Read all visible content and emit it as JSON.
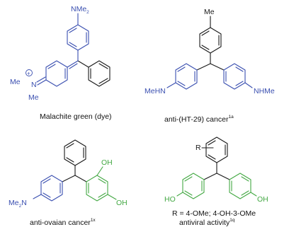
{
  "colors": {
    "amine_highlight": "#3a4fb0",
    "phenol_highlight": "#43a843",
    "scaffold": "#1a1a1a"
  },
  "structures": [
    {
      "id": "malachite-green",
      "caption": "Malachite green (dye)",
      "labels": {
        "top_amine": "NMe2",
        "iminium_left": "Me",
        "iminium_n": "N",
        "iminium_bottom": "Me",
        "charge": "+"
      }
    },
    {
      "id": "anti-ht29",
      "caption": "anti-(HT-29) cancer",
      "caption_ref": "1a",
      "labels": {
        "top": "Me",
        "left": "MeHN",
        "right": "NHMe"
      }
    },
    {
      "id": "anti-ovaian",
      "caption": "anti-ovaian cancer",
      "caption_ref": "1x",
      "labels": {
        "left": "Me2N",
        "oh_top": "OH",
        "oh_right": "OH"
      }
    },
    {
      "id": "antiviral",
      "caption_line1": "R = 4-OMe; 4-OH-3-OMe",
      "caption_line2": "antiviral activity",
      "caption_ref": "1q",
      "labels": {
        "r_group": "R",
        "left": "HO",
        "right": "OH"
      }
    }
  ]
}
